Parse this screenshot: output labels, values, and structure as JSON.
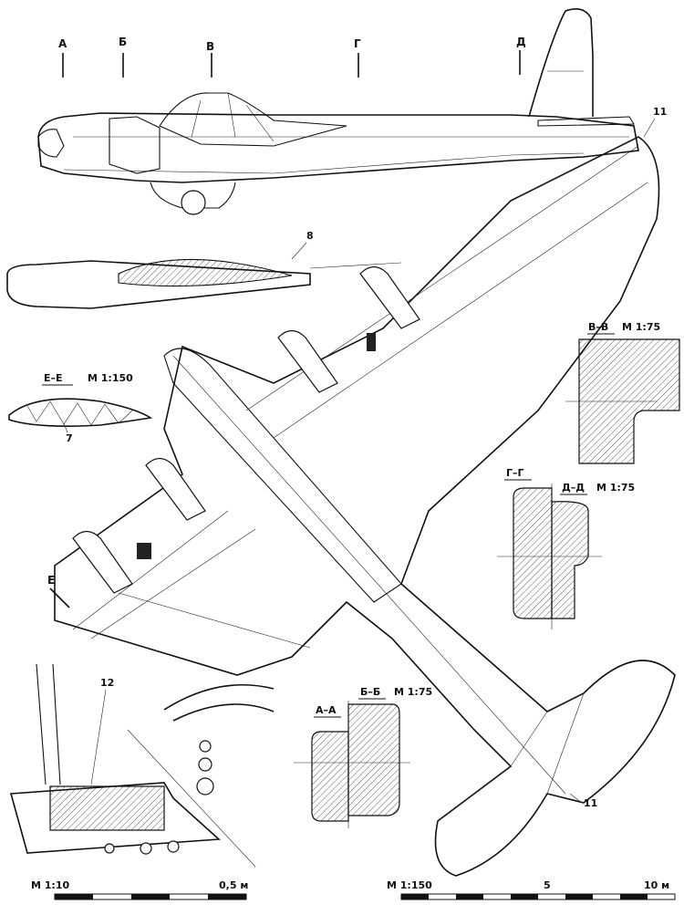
{
  "section_marks": {
    "a": "А",
    "b": "Б",
    "v": "В",
    "g": "Г",
    "d": "Д",
    "e": "Е"
  },
  "callouts": {
    "c7": "7",
    "c8": "8",
    "c11_top": "11",
    "c11_tail": "11",
    "c12": "12"
  },
  "sections": {
    "ee": {
      "title": "Е–Е",
      "scale": "М 1:150"
    },
    "vv": {
      "title": "В–В",
      "scale": "М 1:75"
    },
    "gg": {
      "title": "Г–Г"
    },
    "dd": {
      "title": "Д–Д",
      "scale": "М 1:75"
    },
    "bb": {
      "title": "Б–Б",
      "scale": "М 1:75"
    },
    "aa": {
      "title": "А–А"
    }
  },
  "scale_bars": {
    "detail": {
      "scale": "М 1:10",
      "end_label": "0,5 м"
    },
    "main": {
      "scale": "М 1:150",
      "mid_label": "5",
      "end_label": "10 м"
    }
  }
}
